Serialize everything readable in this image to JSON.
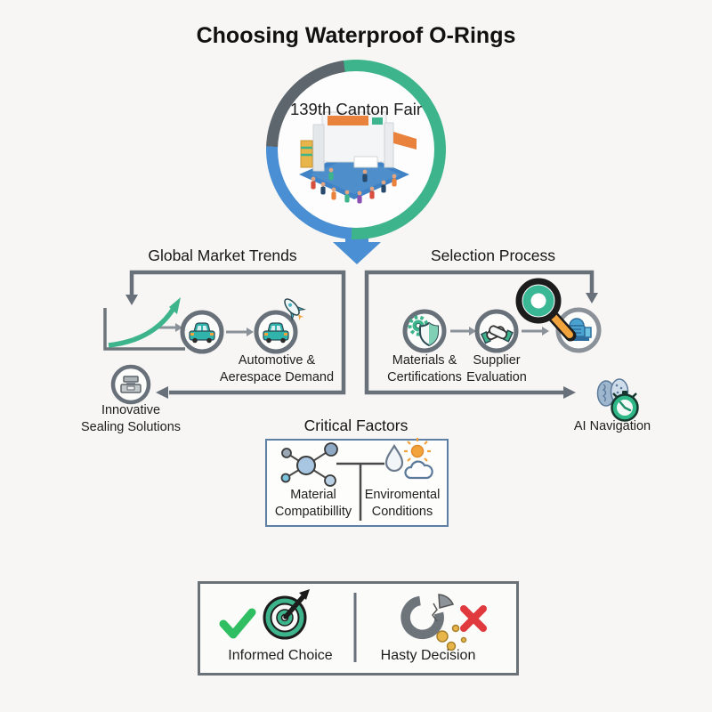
{
  "title": "Choosing Waterproof O-Rings",
  "hub": {
    "label": "139th Canton Fair",
    "illustration": "trade-fair-booth-with-visitors"
  },
  "sections": {
    "market_trends": {
      "title": "Global Market Trends",
      "steps": [
        {
          "icon": "growth-chart-icon",
          "label": ""
        },
        {
          "icon": "car-icon",
          "label": ""
        },
        {
          "icon": "car-rocket-icon",
          "label": "Automotive &\nAerespace Demand"
        },
        {
          "icon": "seal-machine-icon",
          "label": "Innovative\nSealing Solutions"
        }
      ]
    },
    "selection_process": {
      "title": "Selection Process",
      "steps": [
        {
          "icon": "gear-shield-icon",
          "label": "Materials &\nCertifications"
        },
        {
          "icon": "handshake-icon",
          "label": "Supplier\nEvaluation"
        },
        {
          "icon": "magnifier-oring-icon",
          "label": ""
        },
        {
          "icon": "brain-stopwatch-icon",
          "label": "AI Navigation"
        }
      ]
    },
    "critical_factors": {
      "title": "Critical Factors",
      "items": [
        {
          "icon": "molecule-icon",
          "label": "Material\nCompatibillity"
        },
        {
          "icon": "droplet-sun-cloud-icon",
          "label": "Enviromental\nConditions"
        }
      ]
    },
    "outcomes": {
      "items": [
        {
          "icon": "target-dart-icon",
          "mark": "check",
          "label": "Informed Choice"
        },
        {
          "icon": "broken-oring-icon",
          "mark": "cross",
          "label": "Hasty Decision"
        }
      ]
    }
  },
  "icons": [
    "down-arrow-icon",
    "growth-chart-icon",
    "car-icon",
    "car-rocket-icon",
    "seal-machine-icon",
    "gear-shield-icon",
    "handshake-icon",
    "magnifier-oring-icon",
    "machine-icon",
    "brain-icon",
    "stopwatch-icon",
    "molecule-icon",
    "droplet-sun-cloud-icon",
    "check-icon",
    "target-dart-icon",
    "broken-oring-icon",
    "x-icon"
  ],
  "colors": {
    "teal": "#3db48c",
    "blue": "#4a8fd3",
    "slate_ring": "#5c666c",
    "line_gray": "#68707a",
    "orange": "#f2a33c",
    "amber": "#e8b54a",
    "green_check": "#2fbe62",
    "red_cross": "#e0393e",
    "critical_border": "#5d7fa3",
    "background": "#f7f6f4"
  }
}
